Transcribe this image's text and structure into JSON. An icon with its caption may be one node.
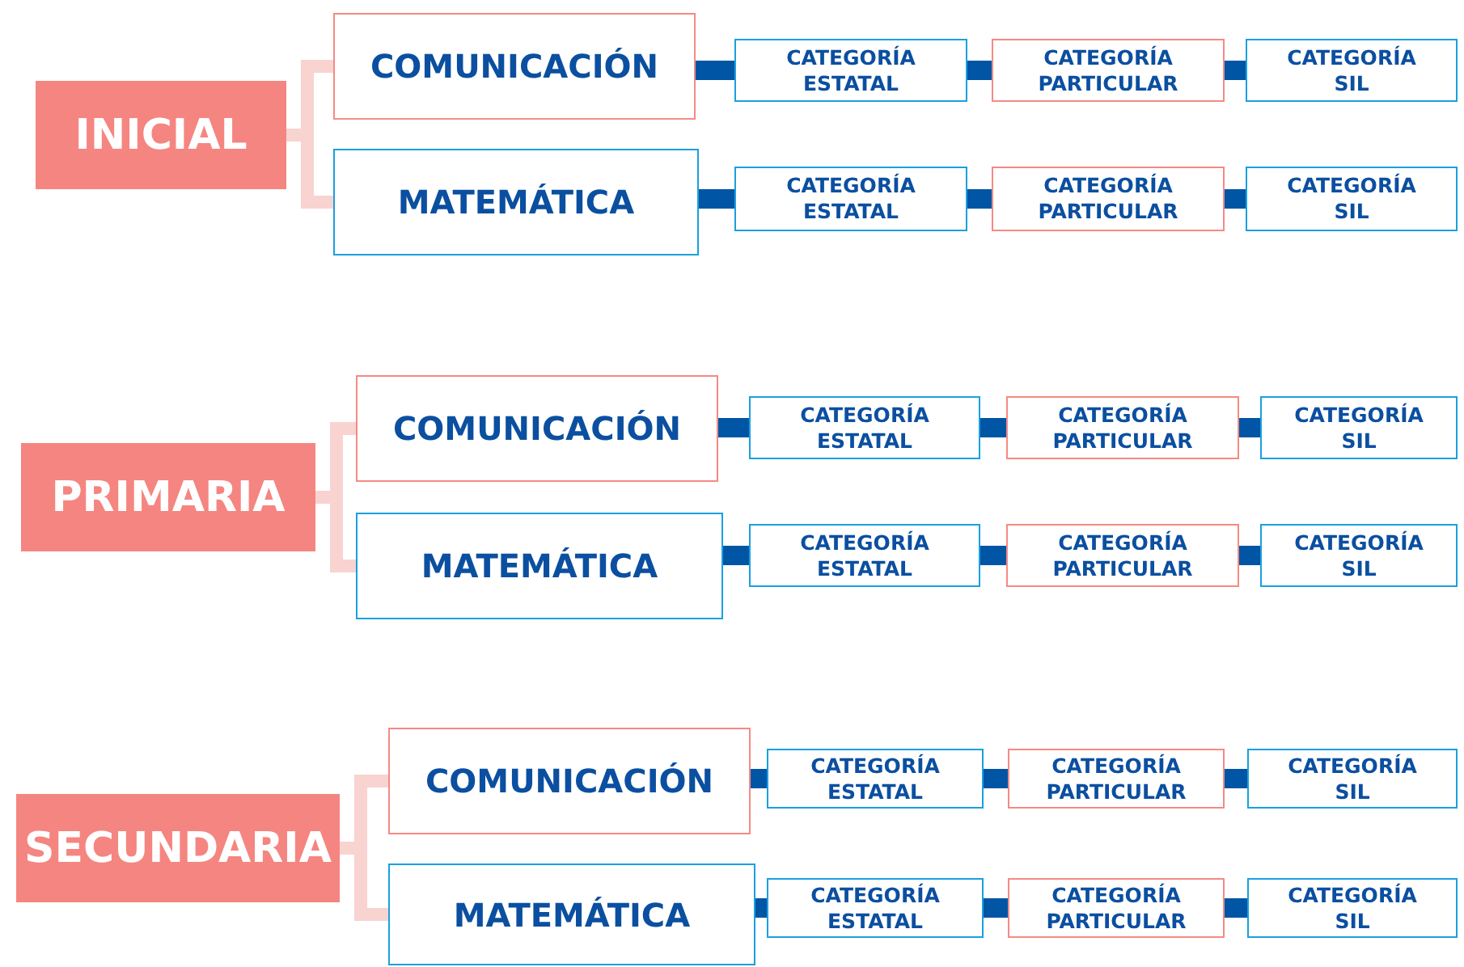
{
  "diagram": {
    "nodes": [
      {
        "text": [
          "INICIAL"
        ]
      },
      {
        "text": [
          "COMUNICACIÓN"
        ]
      },
      {
        "text": [
          "MATEMÁTICA"
        ]
      },
      {
        "text": [
          "CATEGORÍA ESTATAL"
        ]
      },
      {
        "text": [
          "CATEGORÍA PARTICULAR"
        ]
      },
      {
        "text": [
          "CATEGORÍA SIL"
        ]
      },
      {
        "text": [
          "CATEGORÍA ESTATAL"
        ]
      },
      {
        "text": [
          "CATEGORÍA PARTICULAR"
        ]
      },
      {
        "text": [
          "CATEGORÍA SIL"
        ]
      },
      {
        "text": [
          "PRIMARIA"
        ]
      },
      {
        "text": [
          "COMUNICACIÓN"
        ]
      },
      {
        "text": [
          "MATEMÁTICA"
        ]
      },
      {
        "text": [
          "CATEGORÍA ESTATAL"
        ]
      },
      {
        "text": [
          "CATEGORÍA PARTICULAR"
        ]
      },
      {
        "text": [
          "CATEGORÍA SIL"
        ]
      },
      {
        "text": [
          "CATEGORÍA ESTATAL"
        ]
      },
      {
        "text": [
          "CATEGORÍA PARTICULAR"
        ]
      },
      {
        "text": [
          "CATEGORÍA SIL"
        ]
      },
      {
        "text": [
          "SECUNDARIA"
        ]
      },
      {
        "text": [
          "COMUNICACIÓN"
        ]
      },
      {
        "text": [
          "MATEMÁTICA"
        ]
      },
      {
        "text": [
          "CATEGORÍA ESTATAL"
        ]
      },
      {
        "text": [
          "CATEGORÍA PARTICULAR"
        ]
      },
      {
        "text": [
          "CATEGORÍA SIL"
        ]
      },
      {
        "text": [
          "CATEGORÍA ESTATAL"
        ]
      },
      {
        "text": [
          "CATEGORÍA PARTICULAR"
        ]
      },
      {
        "text": [
          "CATEGORÍA SIL"
        ]
      }
    ],
    "edges": [
      {
        "from": 0,
        "to": 1,
        "arrow": "none",
        "color": "#f8d3d0"
      },
      {
        "from": 0,
        "to": 2,
        "arrow": "none",
        "color": "#f8d3d0"
      },
      {
        "from": 1,
        "to": 3,
        "arrow": "none"
      },
      {
        "from": 3,
        "to": 4,
        "arrow": "none"
      },
      {
        "from": 4,
        "to": 5,
        "arrow": "none"
      },
      {
        "from": 2,
        "to": 6,
        "arrow": "none"
      },
      {
        "from": 6,
        "to": 7,
        "arrow": "none"
      },
      {
        "from": 7,
        "to": 8,
        "arrow": "none"
      },
      {
        "from": 9,
        "to": 10,
        "arrow": "none",
        "color": "#f8d3d0"
      },
      {
        "from": 9,
        "to": 11,
        "arrow": "none",
        "color": "#f8d3d0"
      },
      {
        "from": 10,
        "to": 12,
        "arrow": "none"
      },
      {
        "from": 12,
        "to": 13,
        "arrow": "none"
      },
      {
        "from": 13,
        "to": 14,
        "arrow": "none"
      },
      {
        "from": 11,
        "to": 15,
        "arrow": "none"
      },
      {
        "from": 15,
        "to": 16,
        "arrow": "none"
      },
      {
        "from": 16,
        "to": 17,
        "arrow": "none"
      },
      {
        "from": 18,
        "to": 19,
        "arrow": "none",
        "color": "#f8d3d0"
      },
      {
        "from": 18,
        "to": 20,
        "arrow": "none",
        "color": "#f8d3d0"
      },
      {
        "from": 19,
        "to": 21,
        "arrow": "none"
      },
      {
        "from": 21,
        "to": 22,
        "arrow": "none"
      },
      {
        "from": 22,
        "to": 23,
        "arrow": "none"
      },
      {
        "from": 20,
        "to": 24,
        "arrow": "none"
      },
      {
        "from": 24,
        "to": 25,
        "arrow": "none"
      },
      {
        "from": 25,
        "to": 26,
        "arrow": "none"
      }
    ]
  }
}
